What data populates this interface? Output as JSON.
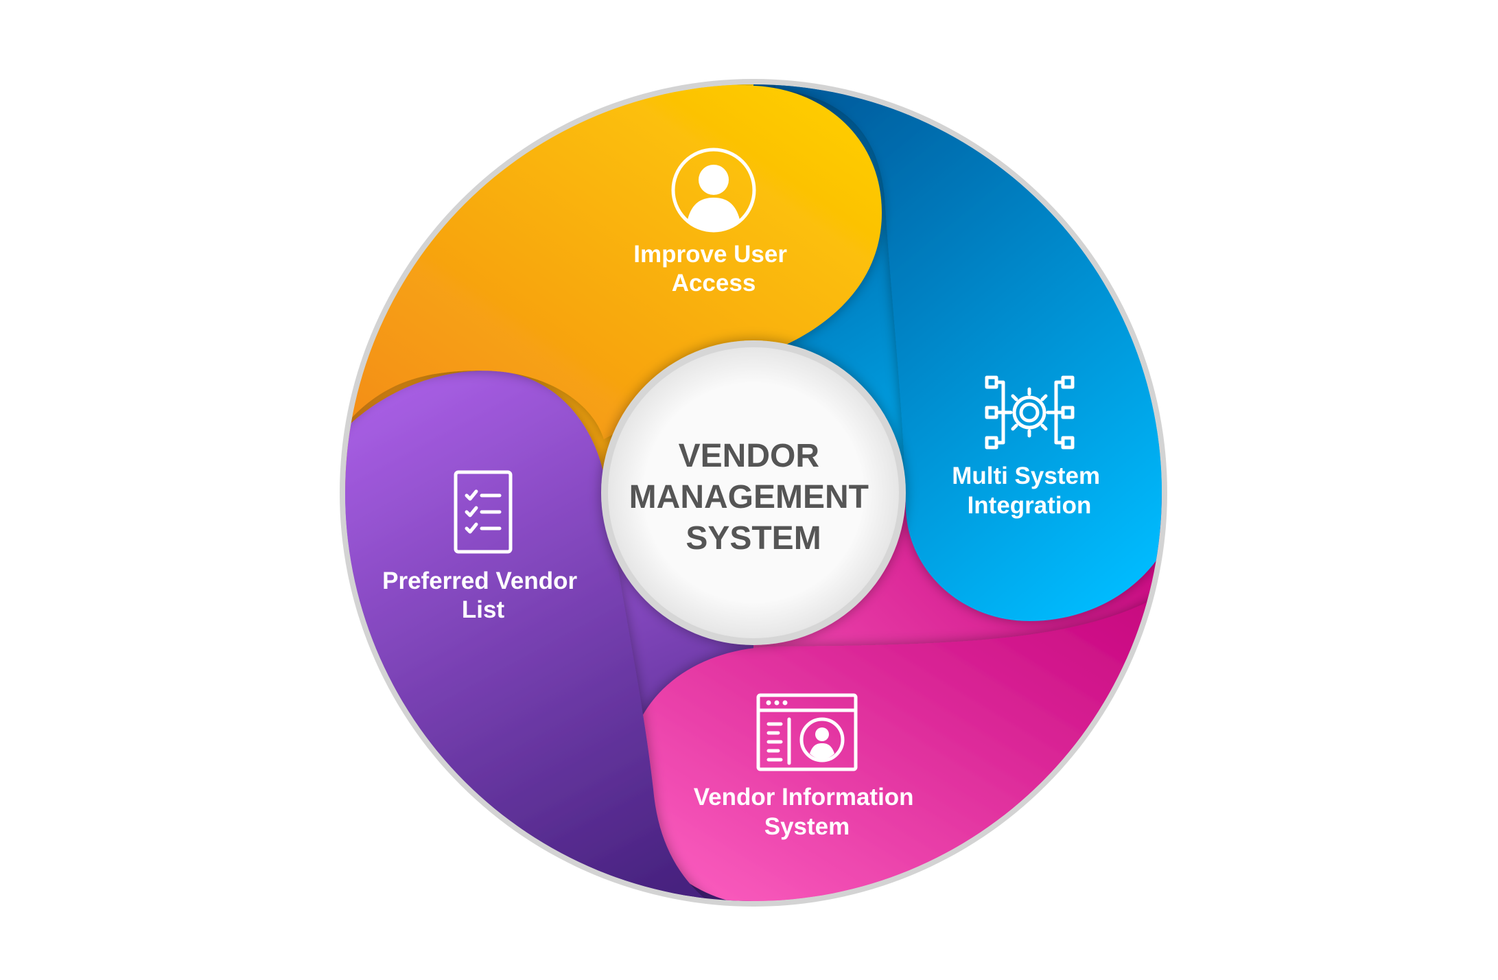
{
  "title": {
    "line1": "VENDOR",
    "line2": "MANAGEMENT",
    "line3": "SYSTEM"
  },
  "segments": [
    {
      "id": "improve-user-access",
      "line1": "Improve User",
      "line2": "Access",
      "icon": "user-circle-icon",
      "color_start": "#f7941d",
      "color_end": "#ffd100"
    },
    {
      "id": "multi-system-integration",
      "line1": "Multi System",
      "line2": "Integration",
      "icon": "gear-network-icon",
      "color_start": "#0066a8",
      "color_end": "#00bfff"
    },
    {
      "id": "vendor-information-system",
      "line1": "Vendor Information",
      "line2": "System",
      "icon": "profile-window-icon",
      "color_start": "#ff5fbf",
      "color_end": "#c8007a"
    },
    {
      "id": "preferred-vendor-list",
      "line1": "Preferred Vendor",
      "line2": "List",
      "icon": "checklist-icon",
      "color_start": "#a259e0",
      "color_end": "#4b2585"
    }
  ],
  "ring_color": "#cfcfcf",
  "center_fill": "#f2f2f2"
}
